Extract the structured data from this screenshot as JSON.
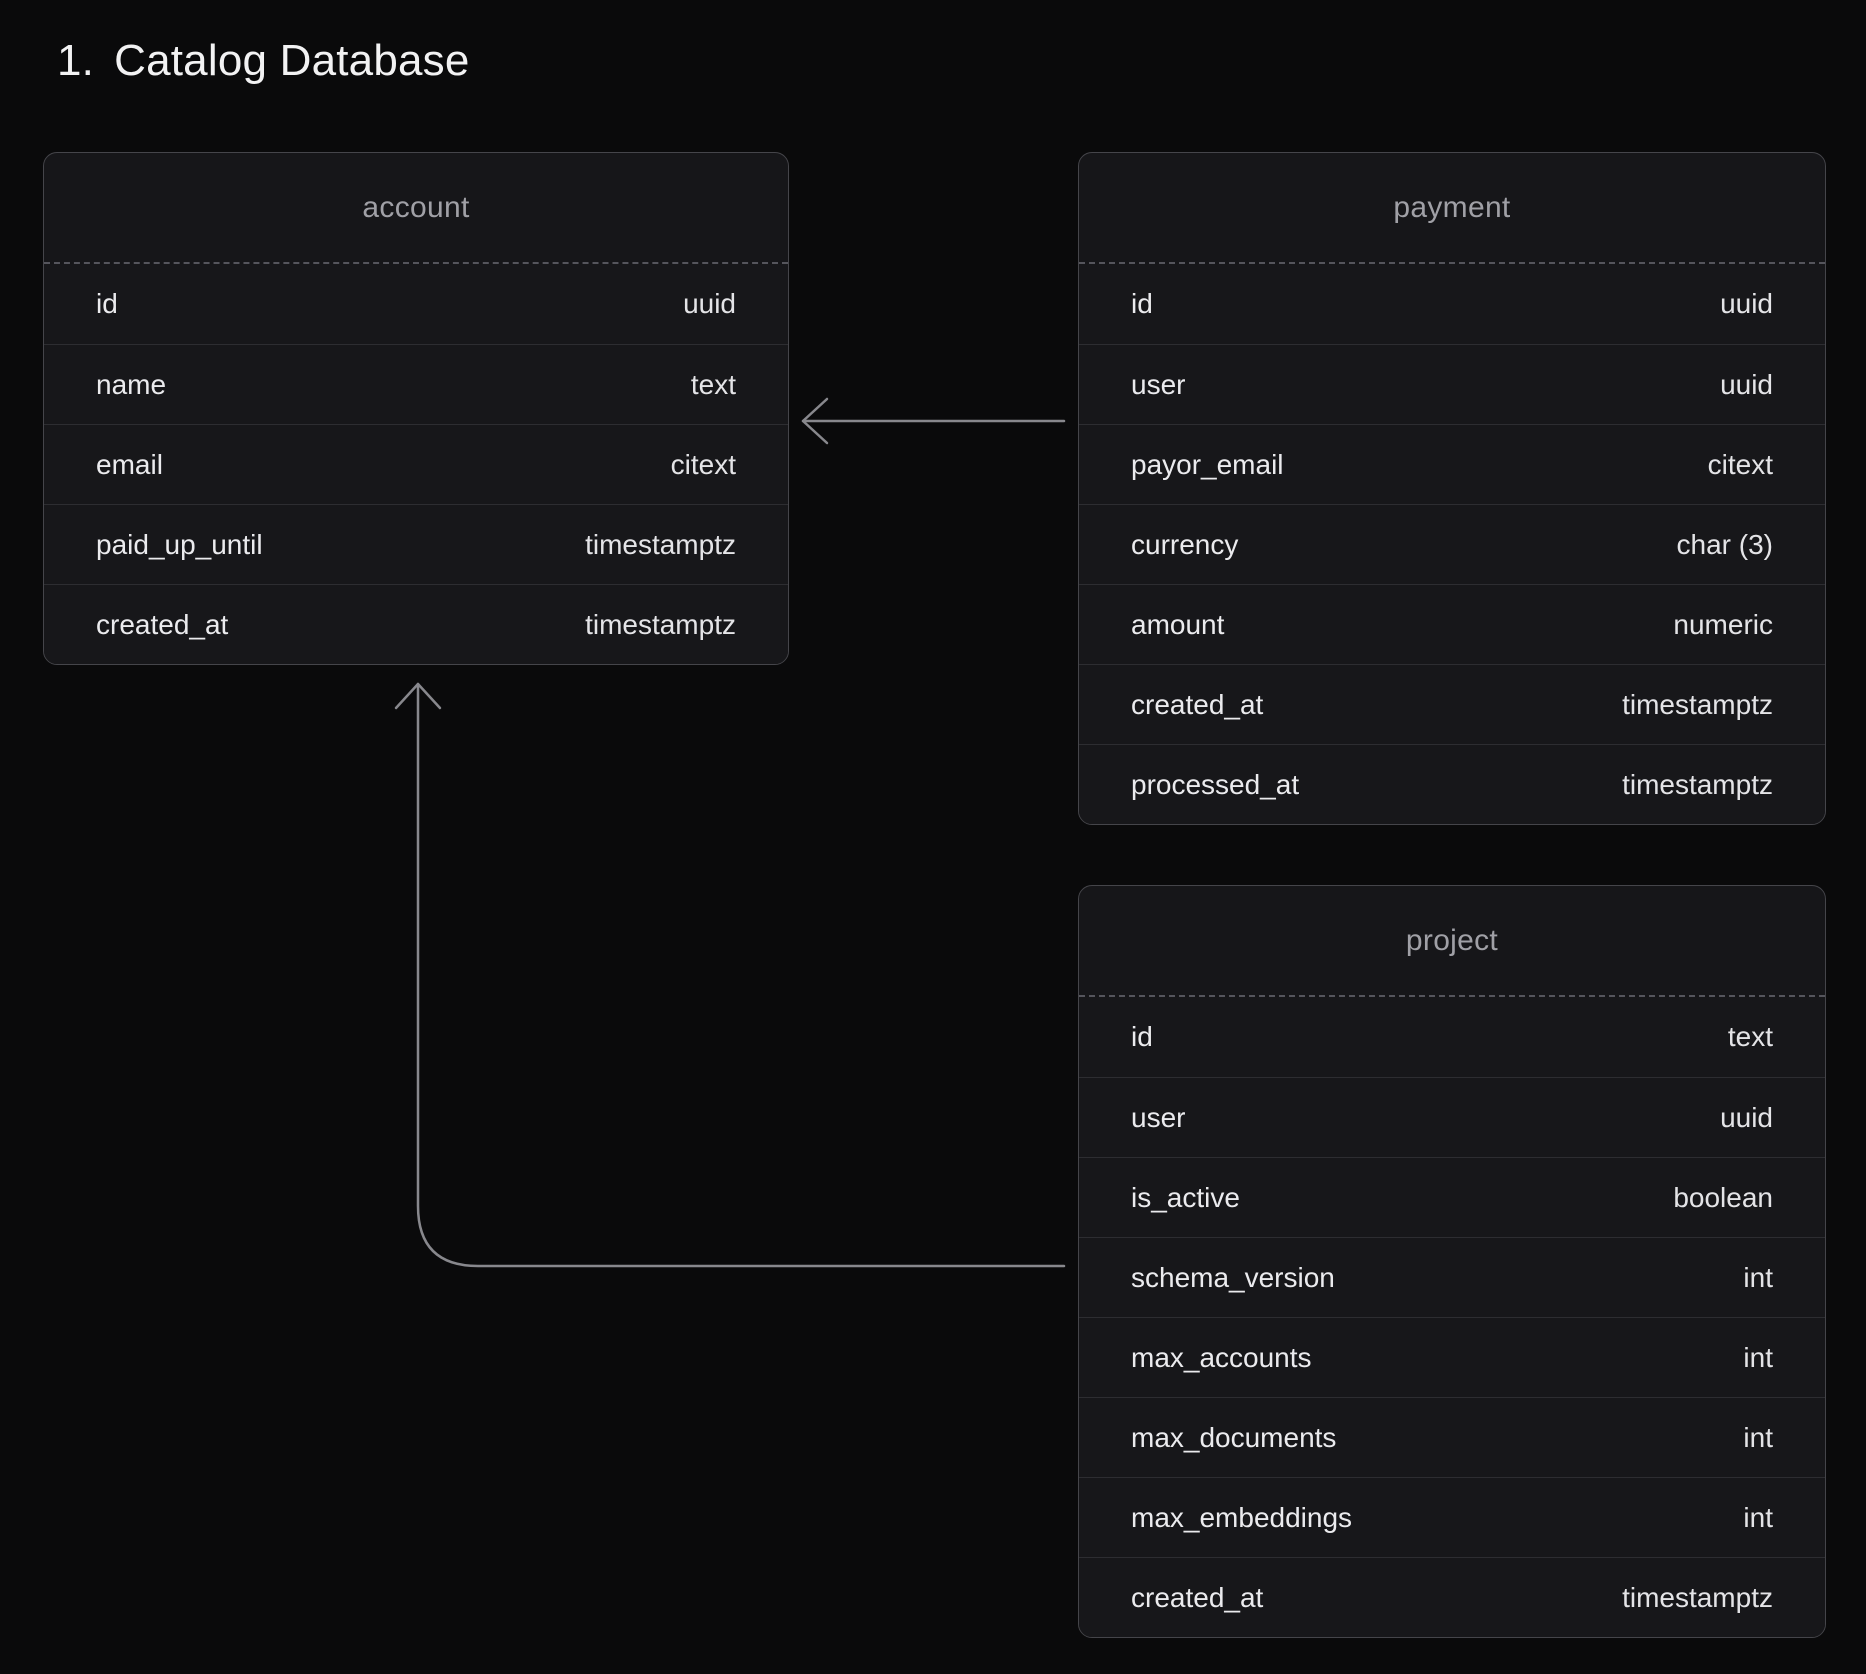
{
  "page": {
    "title_number": "1.",
    "title_text": "Catalog Database"
  },
  "colors": {
    "page_bg": "#0a0a0b",
    "card_bg": "#161619",
    "card_border": "#45454a",
    "row_separator": "#2d2d31",
    "dashed_header_separator": "#55555c",
    "table_header_text": "#a0a0a6",
    "field_text": "#ebebee",
    "type_text": "#e4e4e7",
    "connector_line": "#88888d",
    "title_text": "#f2f2f3"
  },
  "tables": [
    {
      "name": "account",
      "fields": [
        {
          "name": "id",
          "type": "uuid"
        },
        {
          "name": "name",
          "type": "text"
        },
        {
          "name": "email",
          "type": "citext"
        },
        {
          "name": "paid_up_until",
          "type": "timestamptz"
        },
        {
          "name": "created_at",
          "type": "timestamptz"
        }
      ]
    },
    {
      "name": "payment",
      "fields": [
        {
          "name": "id",
          "type": "uuid"
        },
        {
          "name": "user",
          "type": "uuid"
        },
        {
          "name": "payor_email",
          "type": "citext"
        },
        {
          "name": "currency",
          "type": "char (3)"
        },
        {
          "name": "amount",
          "type": "numeric"
        },
        {
          "name": "created_at",
          "type": "timestamptz"
        },
        {
          "name": "processed_at",
          "type": "timestamptz"
        }
      ]
    },
    {
      "name": "project",
      "fields": [
        {
          "name": "id",
          "type": "text"
        },
        {
          "name": "user",
          "type": "uuid"
        },
        {
          "name": "is_active",
          "type": "boolean"
        },
        {
          "name": "schema_version",
          "type": "int"
        },
        {
          "name": "max_accounts",
          "type": "int"
        },
        {
          "name": "max_documents",
          "type": "int"
        },
        {
          "name": "max_embeddings",
          "type": "int"
        },
        {
          "name": "created_at",
          "type": "timestamptz"
        }
      ]
    }
  ],
  "relations": [
    {
      "from_table": "payment",
      "to_table": "account",
      "arrow_direction": "left"
    },
    {
      "from_table": "project",
      "to_table": "account",
      "arrow_direction": "up"
    }
  ]
}
